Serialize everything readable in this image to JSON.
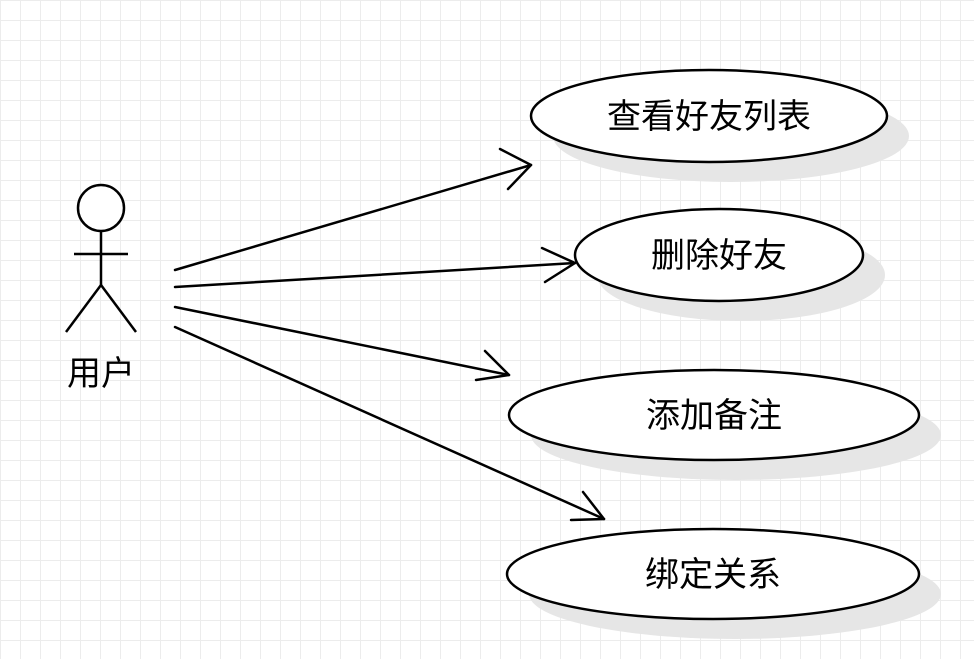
{
  "actor": {
    "name": "用户",
    "icon": "stick-figure-icon"
  },
  "use_cases": [
    {
      "id": "view-friend-list",
      "label": "查看好友列表"
    },
    {
      "id": "delete-friend",
      "label": "删除好友"
    },
    {
      "id": "add-remark",
      "label": "添加备注"
    },
    {
      "id": "bind-relation",
      "label": "绑定关系"
    }
  ],
  "colors": {
    "line": "#000000",
    "fill": "#ffffff",
    "shadow": "#e6e6e6",
    "grid": "#ececec"
  }
}
